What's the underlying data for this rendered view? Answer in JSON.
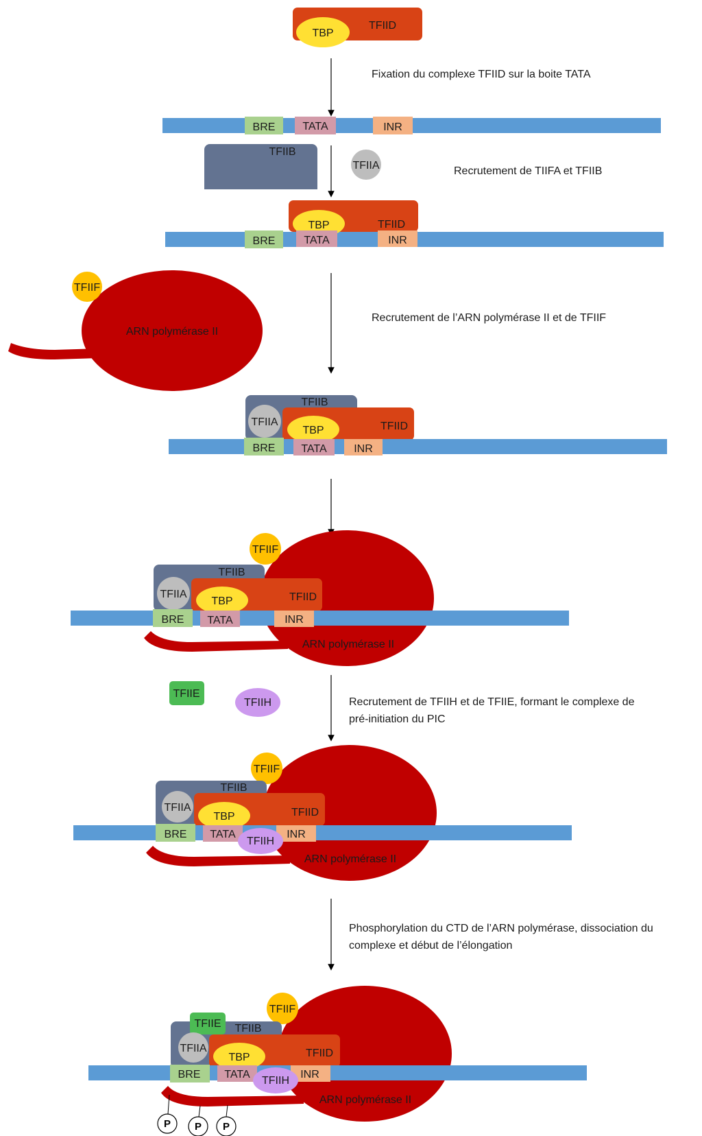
{
  "colors": {
    "dna": "#5b9bd5",
    "tfiid": "#d84315",
    "tbp": "#ffe033",
    "tfiib": "#637391",
    "tfiia": "#bdbdbd",
    "tfiif": "#ffc000",
    "polymerase": "#c00000",
    "tfiie": "#4cbb54",
    "tfiih": "#cc99ee",
    "bre": "#a9d18e",
    "tata": "#d29aa8",
    "inr": "#f4b183",
    "arrow": "#000000"
  },
  "labels": {
    "tfiid": "TFIID",
    "tbp": "TBP",
    "tfiib": "TFIIB",
    "tfiia": "TFIIA",
    "tfiif": "TFIIF",
    "tfiie": "TFIIE",
    "tfiih": "TFIIH",
    "polymerase": "ARN polymérase II",
    "bre": "BRE",
    "tata": "TATA",
    "inr": "INR",
    "phospho": "P"
  },
  "steps": {
    "step1": "Fixation du complexe TFIID sur la boite TATA",
    "step2": "Recrutement de TIIFA et TFIIB",
    "step3": "Recrutement de l’ARN polymérase II et de TFIIF",
    "step4_line1": "Recrutement de TFIIH et de TFIIE, formant le complexe de",
    "step4_line2": "pré-initiation du PIC",
    "step5_line1": "Phosphorylation  du CTD de l’ARN polymérase, dissociation du",
    "step5_line2": "complexe et début de l’élongation"
  }
}
